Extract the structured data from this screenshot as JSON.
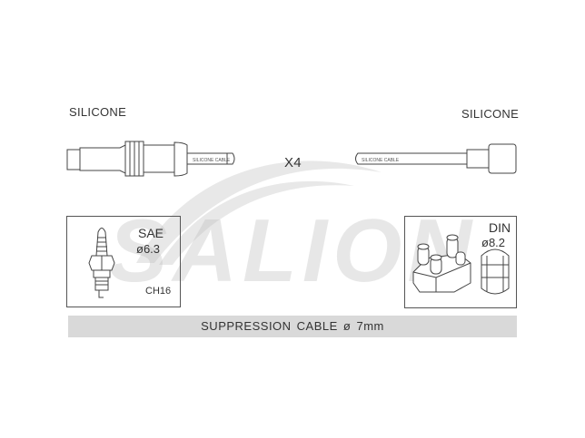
{
  "labels": {
    "left_material": "SILICONE",
    "right_material": "SILICONE",
    "quantity": "X4"
  },
  "cable_text": {
    "left_small": "SILICONE CABLE",
    "right_small": "SILICONE CABLE"
  },
  "sae": {
    "name": "SAE",
    "diameter": "ø6.3",
    "code": "CH16"
  },
  "din": {
    "name": "DIN",
    "diameter": "ø8.2"
  },
  "footer": {
    "text": "SUPPRESSION CABLE  ø  7mm"
  },
  "watermark": {
    "text": "SALION"
  }
}
